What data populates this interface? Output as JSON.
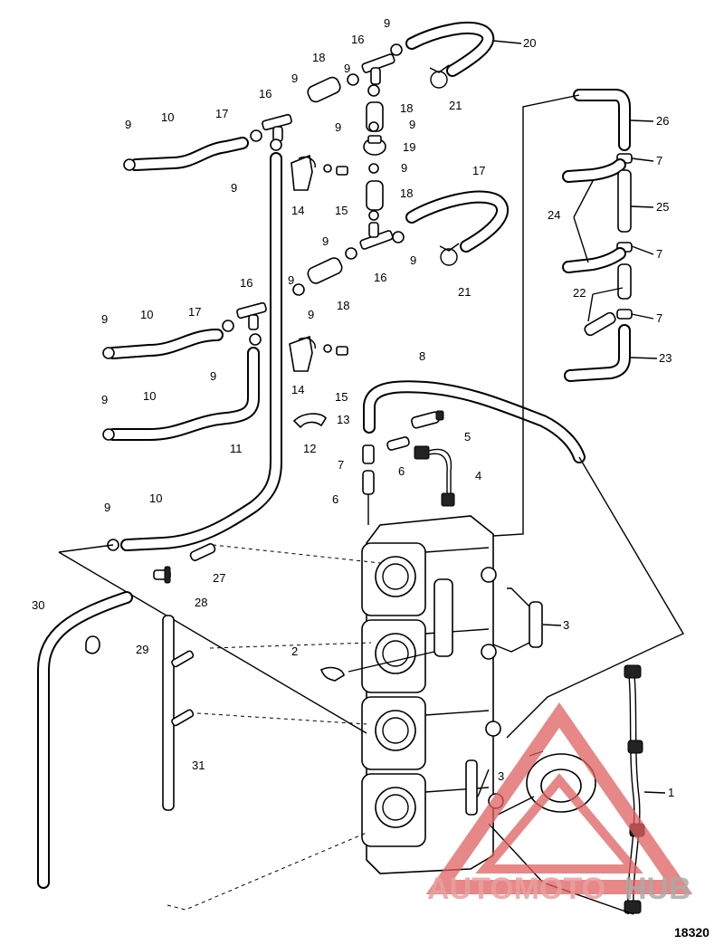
{
  "callouts": [
    {
      "id": "c1",
      "text": "1"
    },
    {
      "id": "c2",
      "text": "2"
    },
    {
      "id": "c3a",
      "text": "3"
    },
    {
      "id": "c3b",
      "text": "3"
    },
    {
      "id": "c4",
      "text": "4"
    },
    {
      "id": "c5",
      "text": "5"
    },
    {
      "id": "c6a",
      "text": "6"
    },
    {
      "id": "c6b",
      "text": "6"
    },
    {
      "id": "c7a",
      "text": "7"
    },
    {
      "id": "c7b",
      "text": "7"
    },
    {
      "id": "c7c",
      "text": "7"
    },
    {
      "id": "c7d",
      "text": "7"
    },
    {
      "id": "c8",
      "text": "8"
    },
    {
      "id": "c9a",
      "text": "9"
    },
    {
      "id": "c9b",
      "text": "9"
    },
    {
      "id": "c9c",
      "text": "9"
    },
    {
      "id": "c9d",
      "text": "9"
    },
    {
      "id": "c9e",
      "text": "9"
    },
    {
      "id": "c9f",
      "text": "9"
    },
    {
      "id": "c9g",
      "text": "9"
    },
    {
      "id": "c9h",
      "text": "9"
    },
    {
      "id": "c9i",
      "text": "9"
    },
    {
      "id": "c9j",
      "text": "9"
    },
    {
      "id": "c9k",
      "text": "9"
    },
    {
      "id": "c9l",
      "text": "9"
    },
    {
      "id": "c9m",
      "text": "9"
    },
    {
      "id": "c9n",
      "text": "9"
    },
    {
      "id": "c9o",
      "text": "9"
    },
    {
      "id": "c9p",
      "text": "9"
    },
    {
      "id": "c10a",
      "text": "10"
    },
    {
      "id": "c10b",
      "text": "10"
    },
    {
      "id": "c10c",
      "text": "10"
    },
    {
      "id": "c10d",
      "text": "10"
    },
    {
      "id": "c11",
      "text": "11"
    },
    {
      "id": "c12",
      "text": "12"
    },
    {
      "id": "c13",
      "text": "13"
    },
    {
      "id": "c14a",
      "text": "14"
    },
    {
      "id": "c14b",
      "text": "14"
    },
    {
      "id": "c15a",
      "text": "15"
    },
    {
      "id": "c15b",
      "text": "15"
    },
    {
      "id": "c16a",
      "text": "16"
    },
    {
      "id": "c16b",
      "text": "16"
    },
    {
      "id": "c16c",
      "text": "16"
    },
    {
      "id": "c16d",
      "text": "16"
    },
    {
      "id": "c17a",
      "text": "17"
    },
    {
      "id": "c17b",
      "text": "17"
    },
    {
      "id": "c17c",
      "text": "17"
    },
    {
      "id": "c18a",
      "text": "18"
    },
    {
      "id": "c18b",
      "text": "18"
    },
    {
      "id": "c18c",
      "text": "18"
    },
    {
      "id": "c18d",
      "text": "18"
    },
    {
      "id": "c19",
      "text": "19"
    },
    {
      "id": "c20",
      "text": "20"
    },
    {
      "id": "c21a",
      "text": "21"
    },
    {
      "id": "c21b",
      "text": "21"
    },
    {
      "id": "c22",
      "text": "22"
    },
    {
      "id": "c23",
      "text": "23"
    },
    {
      "id": "c24",
      "text": "24"
    },
    {
      "id": "c25",
      "text": "25"
    },
    {
      "id": "c26",
      "text": "26"
    },
    {
      "id": "c27",
      "text": "27"
    },
    {
      "id": "c28",
      "text": "28"
    },
    {
      "id": "c29",
      "text": "29"
    },
    {
      "id": "c30",
      "text": "30"
    },
    {
      "id": "c31",
      "text": "31"
    }
  ],
  "figure_number": "18320",
  "watermark": {
    "text_auto": "AUTOMOTO",
    "text_hub": "HUB",
    "color_primary": "#e8a0a0",
    "color_hub": "#aaaaaa"
  }
}
